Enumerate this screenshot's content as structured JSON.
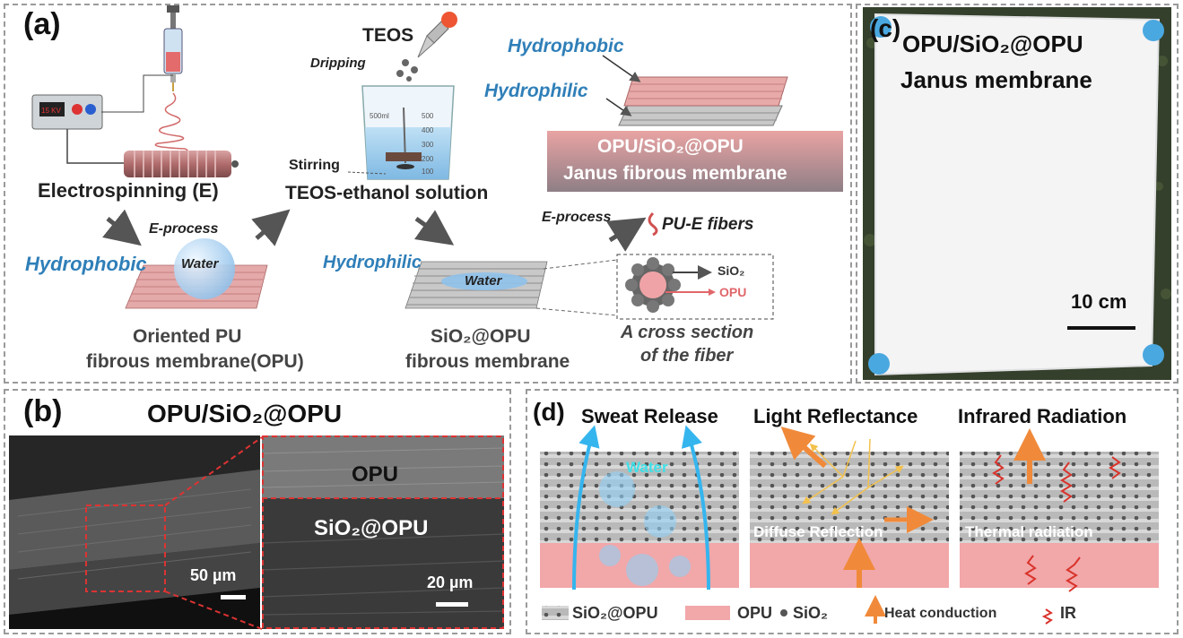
{
  "panel_a": {
    "label": "(a)",
    "electrospinning": "Electrospinning (E)",
    "voltage": "15 KV",
    "e_process_1": "E-process",
    "hydrophobic_1": "Hydrophobic",
    "water_1": "Water",
    "opu_line1": "Oriented PU",
    "opu_line2": "fibrous membrane(OPU)",
    "teos": "TEOS",
    "dripping": "Dripping",
    "stirring": "Stirring",
    "solution": "TEOS-ethanol solution",
    "beaker_ticks": [
      "500ml",
      "500",
      "400",
      "300",
      "200",
      "100"
    ],
    "hydrophilic_1": "Hydrophilic",
    "water_2": "Water",
    "sio2opu_line1": "SiO₂@OPU",
    "sio2opu_line2": "fibrous membrane",
    "hydrophobic_2": "Hydrophobic",
    "hydrophilic_2": "Hydrophilic",
    "janus_line1": "OPU/SiO₂@OPU",
    "janus_line2": "Janus fibrous membrane",
    "e_process_2": "E-process",
    "pu_e_fibers": "PU-E fibers",
    "cross_sio2": "SiO₂",
    "cross_opu": "OPU",
    "cross_caption1": "A cross section",
    "cross_caption2": "of the fiber"
  },
  "panel_b": {
    "label": "(b)",
    "title": "OPU/SiO₂@OPU",
    "opu": "OPU",
    "sio2opu": "SiO₂@OPU",
    "scale_left": "50 µm",
    "scale_right": "20 µm"
  },
  "panel_c": {
    "label": "(c)",
    "title_line1": "OPU/SiO₂@OPU",
    "title_line2": "Janus membrane",
    "scale": "10 cm"
  },
  "panel_d": {
    "label": "(d)",
    "sweat_release": "Sweat Release",
    "light_reflectance": "Light Reflectance",
    "infrared_radiation": "Infrared Radiation",
    "water": "Water",
    "diffuse": "Diffuse Reflection",
    "thermal": "Thermal radiation",
    "legend": {
      "sio2opu": "SiO₂@OPU",
      "opu": "OPU",
      "sio2": "SiO₂",
      "heat": "Heat conduction",
      "ir": "IR"
    }
  },
  "colors": {
    "blue_label": "#2f7fb8",
    "pink": "#f1a7a9",
    "orange": "#f08a3a",
    "red": "#d9332b",
    "cyan": "#35b5ee"
  }
}
